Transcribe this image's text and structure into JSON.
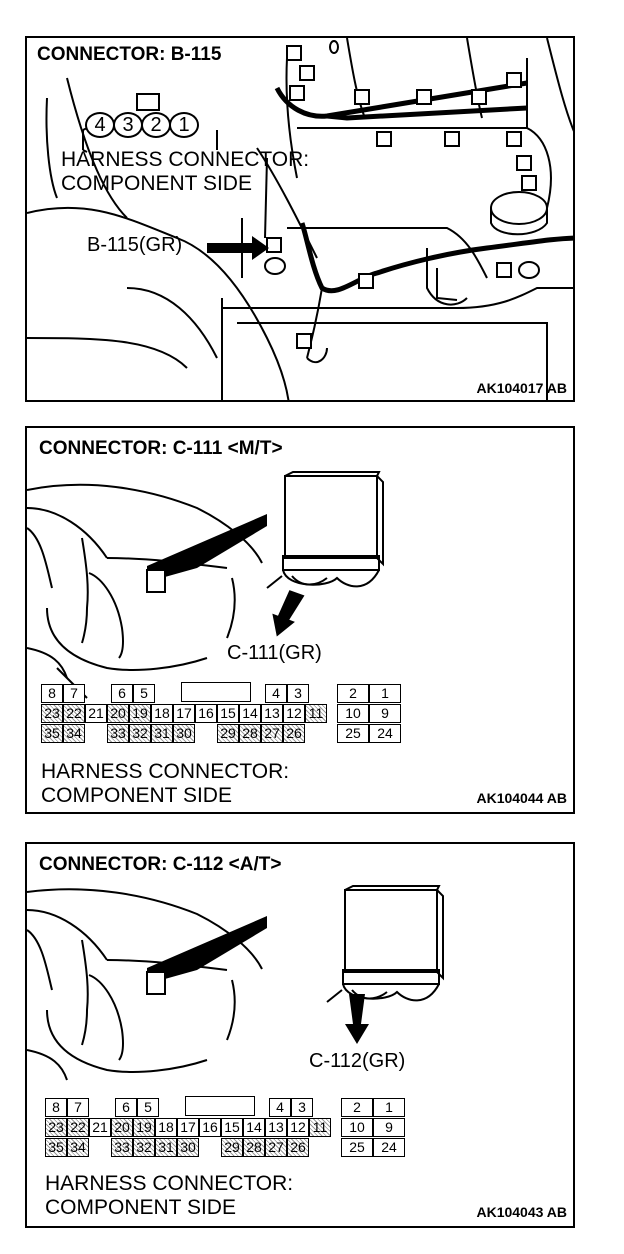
{
  "panel_b115": {
    "title": "CONNECTOR: B-115",
    "pins": [
      "4",
      "3",
      "2",
      "1"
    ],
    "subtitle_line1": "HARNESS CONNECTOR:",
    "subtitle_line2": "COMPONENT SIDE",
    "callout": "B-115(GR)",
    "figure_code": "AK104017 AB"
  },
  "panel_c111": {
    "title": "CONNECTOR: C-111 <M/T>",
    "callout": "C-111(GR)",
    "pin_rows": [
      [
        "8",
        "7",
        "6",
        "5",
        "4",
        "3",
        "2",
        "1"
      ],
      [
        "23",
        "22",
        "21",
        "20",
        "19",
        "18",
        "17",
        "16",
        "15",
        "14",
        "13",
        "12",
        "11",
        "10",
        "9"
      ],
      [
        "35",
        "34",
        "33",
        "32",
        "31",
        "30",
        "29",
        "28",
        "27",
        "26",
        "25",
        "24"
      ]
    ],
    "subtitle_line1": "HARNESS CONNECTOR:",
    "subtitle_line2": "COMPONENT SIDE",
    "figure_code": "AK104044 AB"
  },
  "panel_c112": {
    "title": "CONNECTOR: C-112 <A/T>",
    "callout": "C-112(GR)",
    "pin_rows": [
      [
        "8",
        "7",
        "6",
        "5",
        "4",
        "3",
        "2",
        "1"
      ],
      [
        "23",
        "22",
        "21",
        "20",
        "19",
        "18",
        "17",
        "16",
        "15",
        "14",
        "13",
        "12",
        "11",
        "10",
        "9"
      ],
      [
        "35",
        "34",
        "33",
        "32",
        "31",
        "30",
        "29",
        "28",
        "27",
        "26",
        "25",
        "24"
      ]
    ],
    "subtitle_line1": "HARNESS CONNECTOR:",
    "subtitle_line2": "COMPONENT SIDE",
    "figure_code": "AK104043 AB"
  }
}
